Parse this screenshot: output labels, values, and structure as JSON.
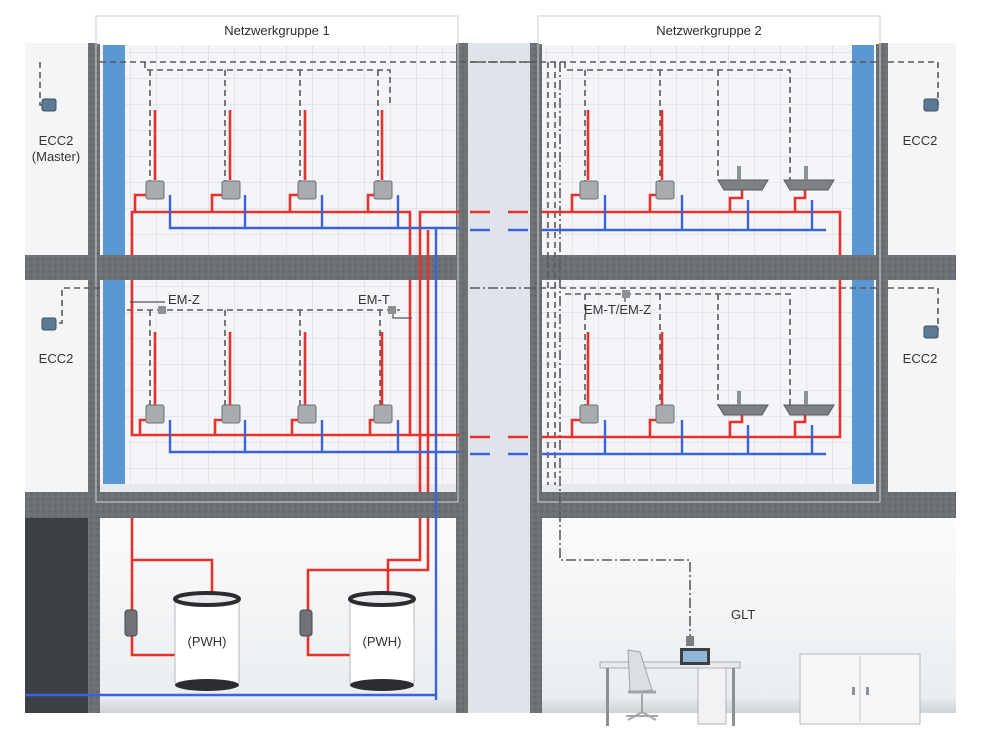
{
  "groups": {
    "group1": "Netzwerkgruppe 1",
    "group2": "Netzwerkgruppe 2"
  },
  "devices": {
    "ecc2_master_line1": "ECC2",
    "ecc2_master_line2": "(Master)",
    "ecc2_left_lower": "ECC2",
    "ecc2_right_upper": "ECC2",
    "ecc2_right_lower": "ECC2",
    "em_z": "EM-Z",
    "em_t": "EM-T",
    "em_t_em_z": "EM-T/EM-Z",
    "glt": "GLT"
  },
  "heaters": {
    "pwh_left": "(PWH)",
    "pwh_right": "(PWH)"
  },
  "colors": {
    "hot_water": "#e8312a",
    "cold_water": "#3a64d8",
    "shaft": "#4f8fd0",
    "concrete": "#6b6e72",
    "tile": "#eef1f4",
    "bus_line": "#555555"
  }
}
